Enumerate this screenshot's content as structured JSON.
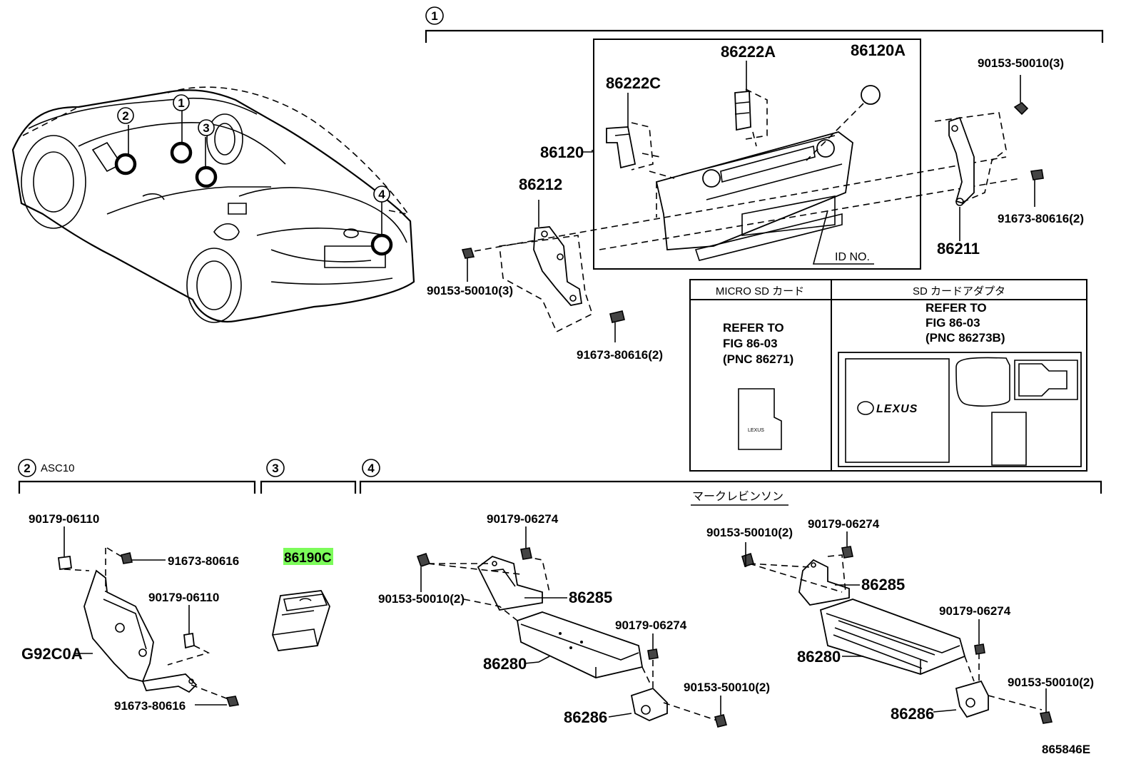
{
  "callouts": {
    "c1": "1",
    "c2": "2",
    "c3": "3",
    "c4": "4"
  },
  "car_markers": [
    "2",
    "1",
    "3",
    "4"
  ],
  "section2": {
    "label": "ASC10"
  },
  "section4": {
    "title": "マークレビンソン"
  },
  "parts": {
    "p86222A": "86222A",
    "p86120A": "86120A",
    "p86222C": "86222C",
    "p86120": "86120",
    "p86212": "86212",
    "p90153_top_right": "90153-50010(3)",
    "p91673_top_right": "91673-80616(2)",
    "p86211": "86211",
    "p90153_top_left": "90153-50010(3)",
    "p91673_top_mid": "91673-80616(2)",
    "id_no": "ID NO.",
    "p90179_a": "90179-06110",
    "p91673_a": "91673-80616",
    "p90179_b": "90179-06110",
    "pG92C0A": "G92C0A",
    "p91673_b": "91673-80616",
    "p86190C": "86190C",
    "p90179_c": "90179-06274",
    "p90153_c": "90153-50010(2)",
    "p86285_c": "86285",
    "p90179_d": "90179-06274",
    "p86280_c": "86280",
    "p90153_d": "90153-50010(2)",
    "p86286_c": "86286",
    "p90153_e": "90153-50010(2)",
    "p90179_e": "90179-06274",
    "p86285_e": "86285",
    "p90179_f": "90179-06274",
    "p86280_e": "86280",
    "p90153_f": "90153-50010(2)",
    "p86286_e": "86286",
    "figure_id": "865846E"
  },
  "table": {
    "col1_header": "MICRO SD カード",
    "col2_header": "SD カードアダプタ",
    "col1_ref": [
      "REFER TO",
      "FIG 86-03",
      "(PNC 86271)"
    ],
    "col2_ref": [
      "REFER TO",
      "FIG 86-03",
      "(PNC 86273B)"
    ],
    "logo_text": "LEXUS",
    "logo_small": "LEXUS"
  },
  "colors": {
    "highlight": "#7cfc5a",
    "ink": "#000000",
    "background": "#ffffff"
  }
}
